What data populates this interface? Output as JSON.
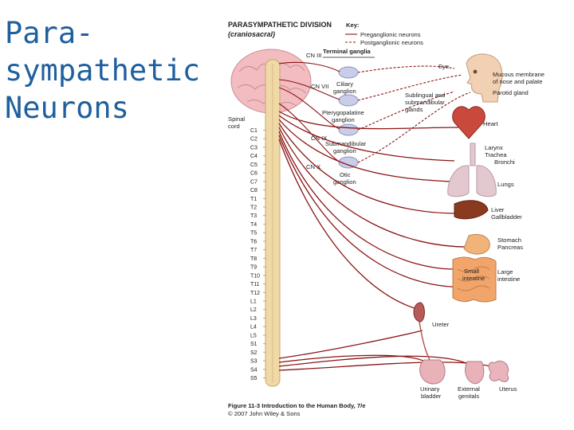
{
  "slide": {
    "title_lines": [
      "Para-",
      "sympathetic",
      "Neurons"
    ]
  },
  "figure": {
    "heading": "PARASYMPATHETIC DIVISION",
    "subheading": "(craniosacral)",
    "key": {
      "title": "Key:",
      "pre": "Preganglionic neurons",
      "post": "Postganglionic neurons"
    },
    "terminal_ganglia": "Terminal ganglia",
    "cranial_nerves": [
      "CN III",
      "CN VII",
      "CN IX",
      "CN X"
    ],
    "ganglia": [
      [
        "Ciliary",
        "ganglion"
      ],
      [
        "Pterygopalatine",
        "ganglion"
      ],
      [
        "Submandibular",
        "ganglion"
      ],
      [
        "Otic",
        "ganglion"
      ]
    ],
    "spinal_cord": [
      "Spinal",
      "cord"
    ],
    "segments": [
      "C1",
      "C2",
      "C3",
      "C4",
      "C5",
      "C6",
      "C7",
      "C8",
      "T1",
      "T2",
      "T3",
      "T4",
      "T5",
      "T6",
      "T7",
      "T8",
      "T9",
      "T10",
      "T11",
      "T12",
      "L1",
      "L2",
      "L3",
      "L4",
      "L5",
      "S1",
      "S2",
      "S3",
      "S4",
      "S5"
    ],
    "organs": {
      "eye": "Eye",
      "mucous": [
        "Mucous membrane",
        "of nose and palate"
      ],
      "parotid": "Parotid gland",
      "sublingual": [
        "Sublingual and",
        "submandibular",
        "glands"
      ],
      "heart": "Heart",
      "larynx": [
        "Larynx",
        "Trachea",
        "Bronchi"
      ],
      "lungs": "Lungs",
      "liver": [
        "Liver",
        "Gallbladder"
      ],
      "stomach": [
        "Stomach",
        "Pancreas"
      ],
      "small_int": [
        "Small",
        "intestine"
      ],
      "large_int": [
        "Large",
        "intestine"
      ],
      "ureter": "Ureter",
      "bladder": [
        "Urinary",
        "bladder"
      ],
      "genitals": [
        "External",
        "genitals"
      ],
      "uterus": "Uterus"
    },
    "caption": [
      "Figure 11-3  Introduction to the Human Body, 7/e",
      "© 2007 John Wiley & Sons"
    ],
    "colors": {
      "nerve": "#8b1515",
      "title": "#1f5f9e",
      "cord": "#f0d9a8",
      "brain": "#f2bcc0"
    }
  }
}
